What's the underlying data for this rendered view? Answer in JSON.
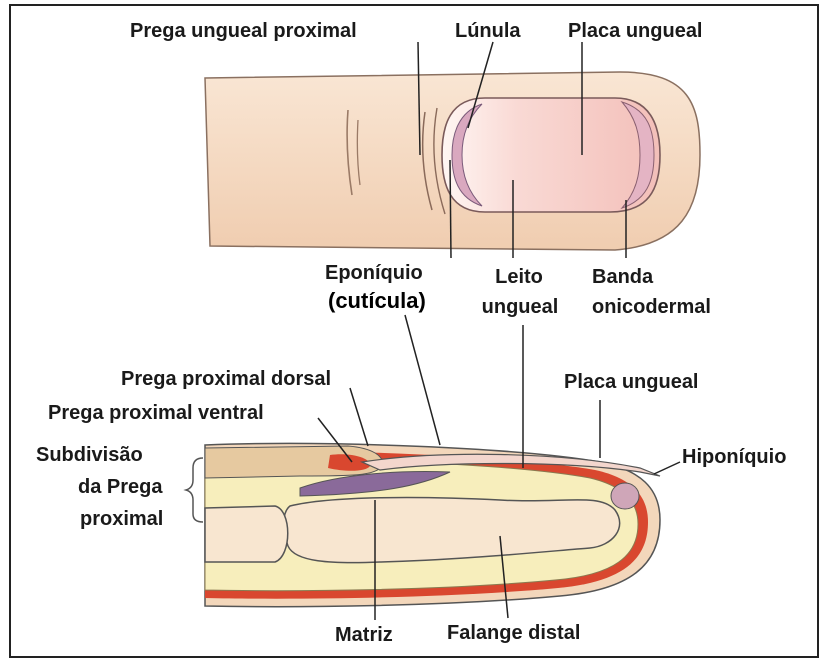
{
  "top_view": {
    "labels": {
      "prega_ungueal_proximal": "Prega ungueal proximal",
      "lunula": "Lúnula",
      "placa_ungueal": "Placa ungueal",
      "eponiquio": "Eponíquio",
      "cuticula": "(cutícula)",
      "leito_line1": "Leito",
      "leito_line2": "ungueal",
      "banda_line1": "Banda",
      "banda_line2": "onicodermal"
    }
  },
  "side_view": {
    "labels": {
      "prega_proximal_dorsal": "Prega proximal dorsal",
      "prega_proximal_ventral": "Prega proximal ventral",
      "subdivisao_line1": "Subdivisão",
      "subdivisao_line2": "da Prega",
      "subdivisao_line3": "proximal",
      "placa_ungueal": "Placa ungueal",
      "hiponiquio": "Hiponíquio",
      "matriz": "Matriz",
      "falange_distal": "Falange distal"
    }
  },
  "colors": {
    "skin": "#f6dcc3",
    "nail": "#f5c9c4",
    "nail_highlight": "#fff5f2",
    "lunula": "#d9a8bf",
    "dermis_red": "#d9472f",
    "fat_yellow": "#f7eebc",
    "bone": "#f8e6d0",
    "outline": "#555555",
    "matrix_purple": "#8a6a9a"
  }
}
